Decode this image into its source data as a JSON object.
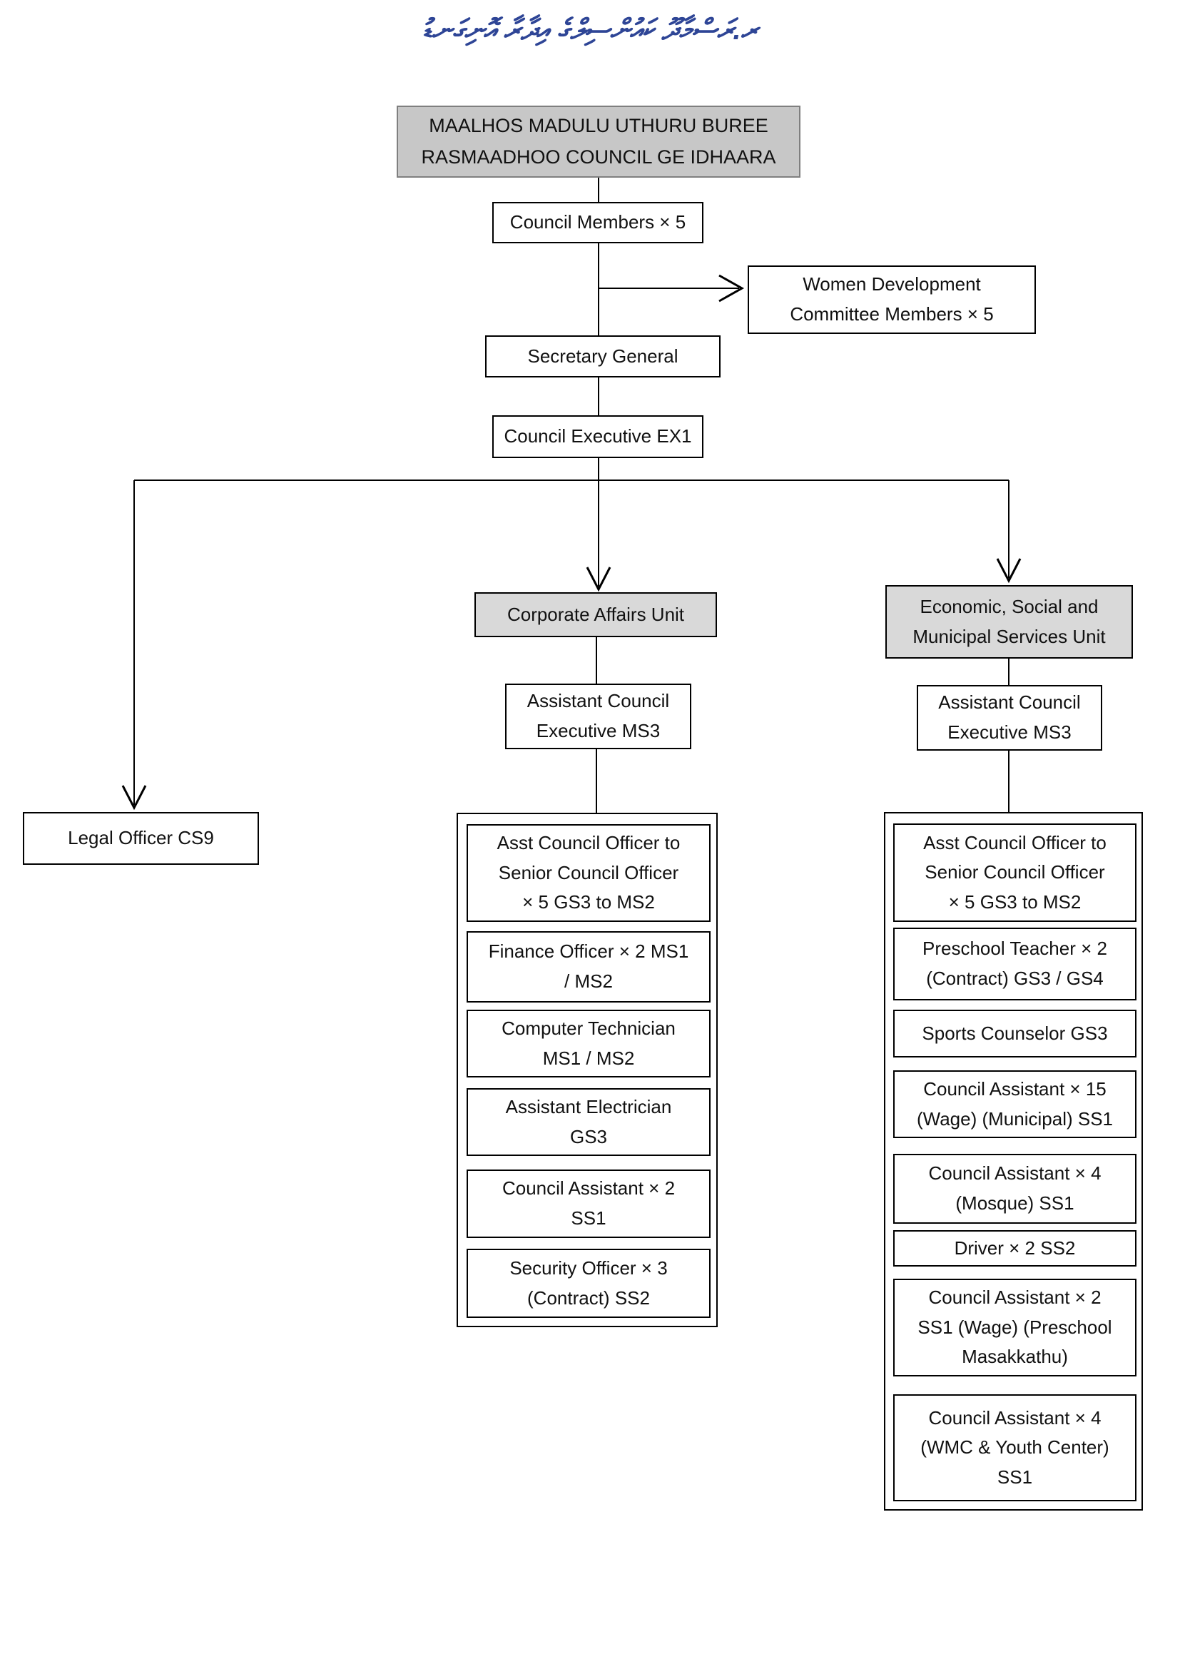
{
  "title_thaana": "ރ.ރަސްމާދޫ ކައުންސިލްގެ އިދާރާ އޮނިގަނޑު",
  "org": {
    "root": "MAALHOS MADULU UTHURU BUREE\nRASMAADHOO COUNCIL GE IDHAARA",
    "council_members": "Council Members × 5",
    "women_committee": "Women Development\nCommittee Members × 5",
    "secretary_general": "Secretary General",
    "council_executive": "Council Executive EX1",
    "legal_officer": "Legal Officer CS9",
    "corporate_unit": {
      "label": "Corporate Affairs Unit",
      "head": "Assistant Council\nExecutive MS3",
      "staff": [
        "Asst Council Officer to\nSenior Council Officer\n× 5 GS3 to MS2",
        "Finance Officer × 2 MS1\n/ MS2",
        "Computer Technician\nMS1 / MS2",
        "Assistant Electrician\nGS3",
        "Council Assistant × 2\nSS1",
        "Security Officer × 3\n(Contract) SS2"
      ]
    },
    "municipal_unit": {
      "label": "Economic, Social and\nMunicipal Services Unit",
      "head": "Assistant Council\nExecutive MS3",
      "staff": [
        "Asst Council Officer to\nSenior Council Officer\n× 5 GS3 to MS2",
        "Preschool Teacher × 2\n(Contract) GS3 / GS4",
        "Sports Counselor GS3",
        "Council Assistant × 15\n(Wage) (Municipal) SS1",
        "Council Assistant × 4\n(Mosque) SS1",
        "Driver × 2 SS2",
        "Council Assistant × 2\nSS1 (Wage) (Preschool\nMasakkathu)",
        "Council Assistant × 4\n(WMC & Youth Center)\nSS1"
      ]
    }
  },
  "colors": {
    "root_fill": "#c7c7c7",
    "root_border": "#7f7f7f",
    "unit_fill": "#d9d9d9",
    "line": "#000000",
    "title_blue": "#2e4596"
  }
}
